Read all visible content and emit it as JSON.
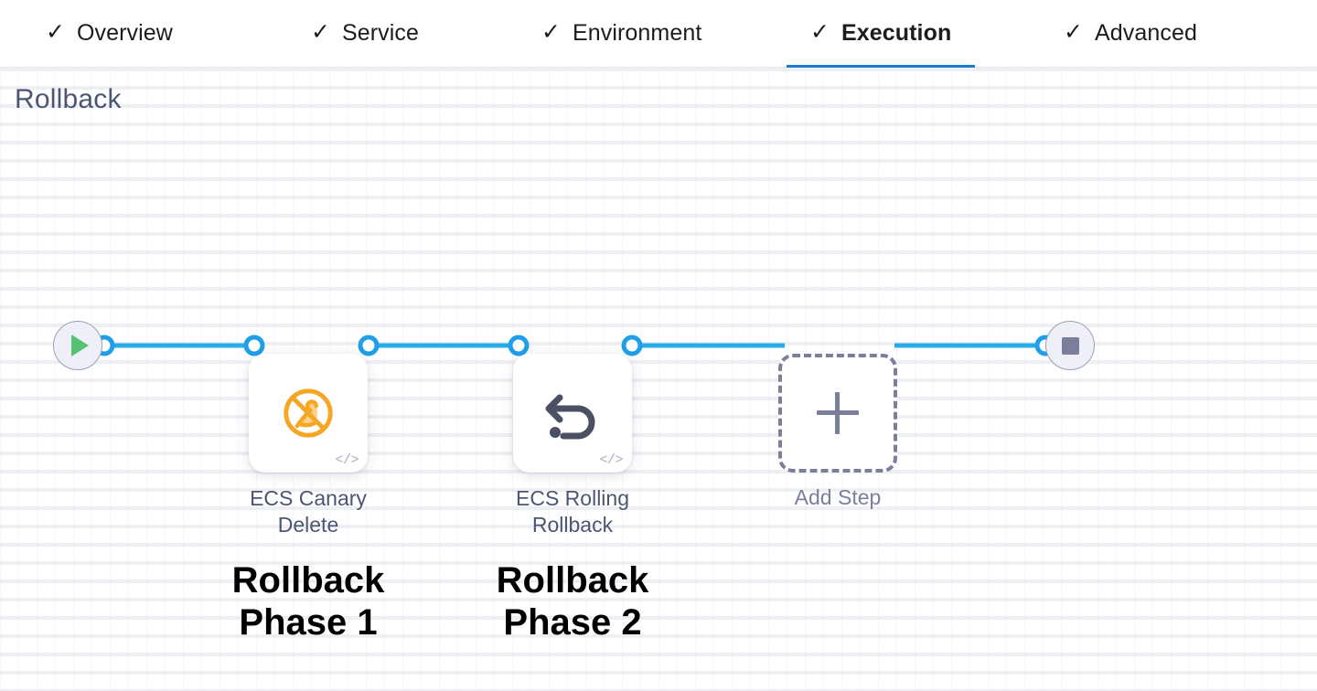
{
  "tabs": [
    {
      "id": "overview",
      "label": "Overview",
      "check_icon": "check-icon",
      "active": false
    },
    {
      "id": "service",
      "label": "Service",
      "check_icon": "check-icon",
      "active": false
    },
    {
      "id": "environment",
      "label": "Environment",
      "check_icon": "check-icon",
      "active": false
    },
    {
      "id": "execution",
      "label": "Execution",
      "check_icon": "check-icon",
      "active": true
    },
    {
      "id": "advanced",
      "label": "Advanced",
      "check_icon": "check-icon",
      "active": false
    }
  ],
  "tab_check_glyph": "✓",
  "canvas": {
    "section_title": "Rollback",
    "start_node": {
      "icon": "play-icon",
      "name": "pipeline-start"
    },
    "end_node": {
      "icon": "stop-icon",
      "name": "pipeline-end"
    },
    "steps": [
      {
        "id": "ecs-canary-delete",
        "icon": "ecs-canary-delete-icon",
        "label": "ECS Canary\nDelete",
        "code_badge": "</>",
        "annotation": "Rollback\nPhase 1"
      },
      {
        "id": "ecs-rolling-rollback",
        "icon": "rollback-undo-icon",
        "label": "ECS Rolling\nRollback",
        "code_badge": "</>",
        "annotation": "Rollback\nPhase 2"
      }
    ],
    "add_step": {
      "label": "Add Step",
      "icon": "plus-icon"
    }
  },
  "colors": {
    "accent_blue": "#1a7bd4",
    "edge_blue": "#29abe8",
    "canary_orange": "#f5a623",
    "rollback_gray": "#4b5063",
    "title_slate": "#4b5675",
    "terminal_fill": "#efeffa",
    "play_green": "#54c173",
    "stop_gray": "#7b7f9c"
  }
}
